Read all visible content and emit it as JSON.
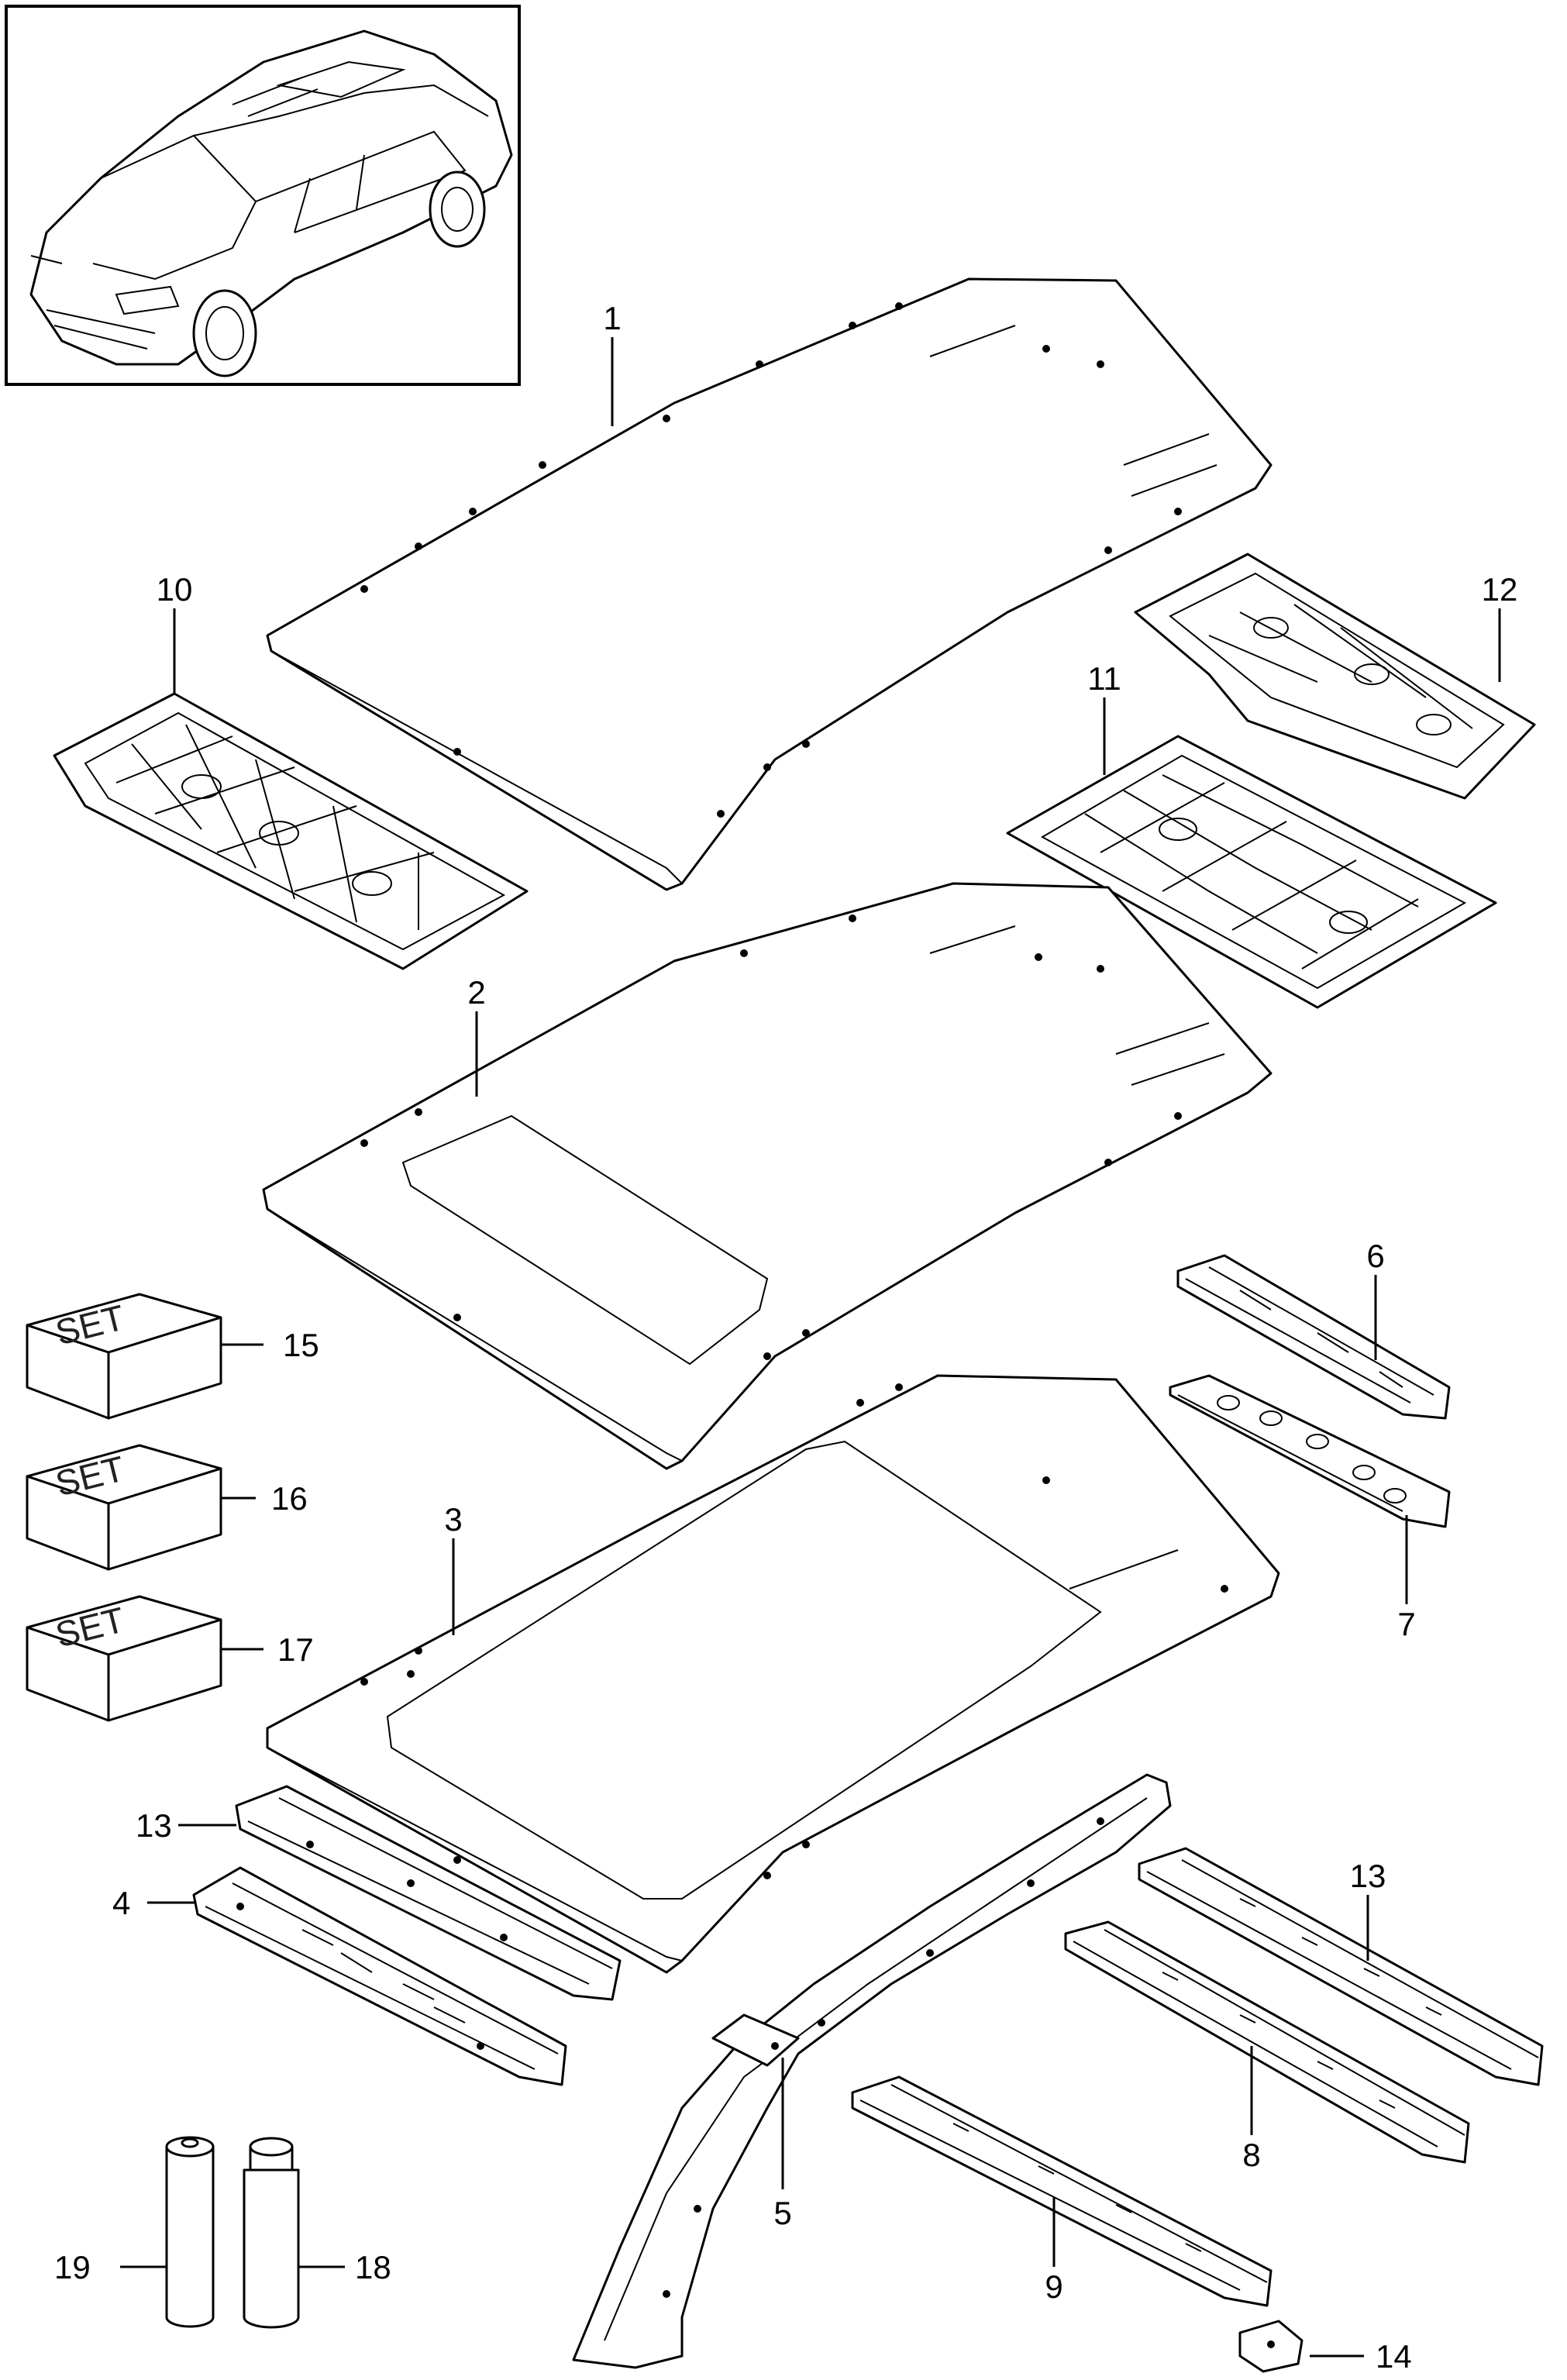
{
  "set_text": "SET",
  "callouts": {
    "c1": "1",
    "c2": "2",
    "c3": "3",
    "c4": "4",
    "c5": "5",
    "c6": "6",
    "c7": "7",
    "c8": "8",
    "c9": "9",
    "c10": "10",
    "c11": "11",
    "c12": "12",
    "c13a": "13",
    "c13b": "13",
    "c14": "14",
    "c15": "15",
    "c16": "16",
    "c17": "17",
    "c18": "18",
    "c19": "19"
  }
}
